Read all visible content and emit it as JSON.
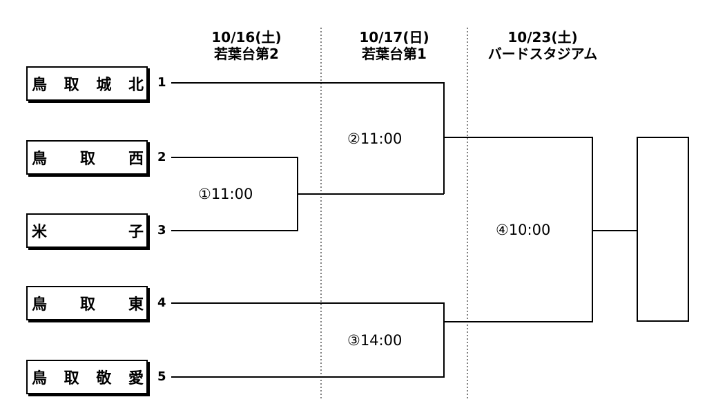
{
  "columns": [
    {
      "date": "10/16(土)",
      "venue": "若葉台第2"
    },
    {
      "date": "10/17(日)",
      "venue": "若葉台第1"
    },
    {
      "date": "10/23(土)",
      "venue": "バードスタジアム"
    }
  ],
  "teams": [
    {
      "seed": "1",
      "chars": [
        "鳥",
        "取",
        "城",
        "北"
      ]
    },
    {
      "seed": "2",
      "chars": [
        "鳥",
        "取",
        "西"
      ]
    },
    {
      "seed": "3",
      "chars": [
        "米",
        "子"
      ]
    },
    {
      "seed": "4",
      "chars": [
        "鳥",
        "取",
        "東"
      ]
    },
    {
      "seed": "5",
      "chars": [
        "鳥",
        "取",
        "敬",
        "愛"
      ]
    }
  ],
  "matches": [
    {
      "label": "①11:00"
    },
    {
      "label": "②11:00"
    },
    {
      "label": "③14:00"
    },
    {
      "label": "④10:00"
    }
  ],
  "colors": {
    "line": "#000000",
    "divider": "#555555",
    "background": "#ffffff"
  }
}
